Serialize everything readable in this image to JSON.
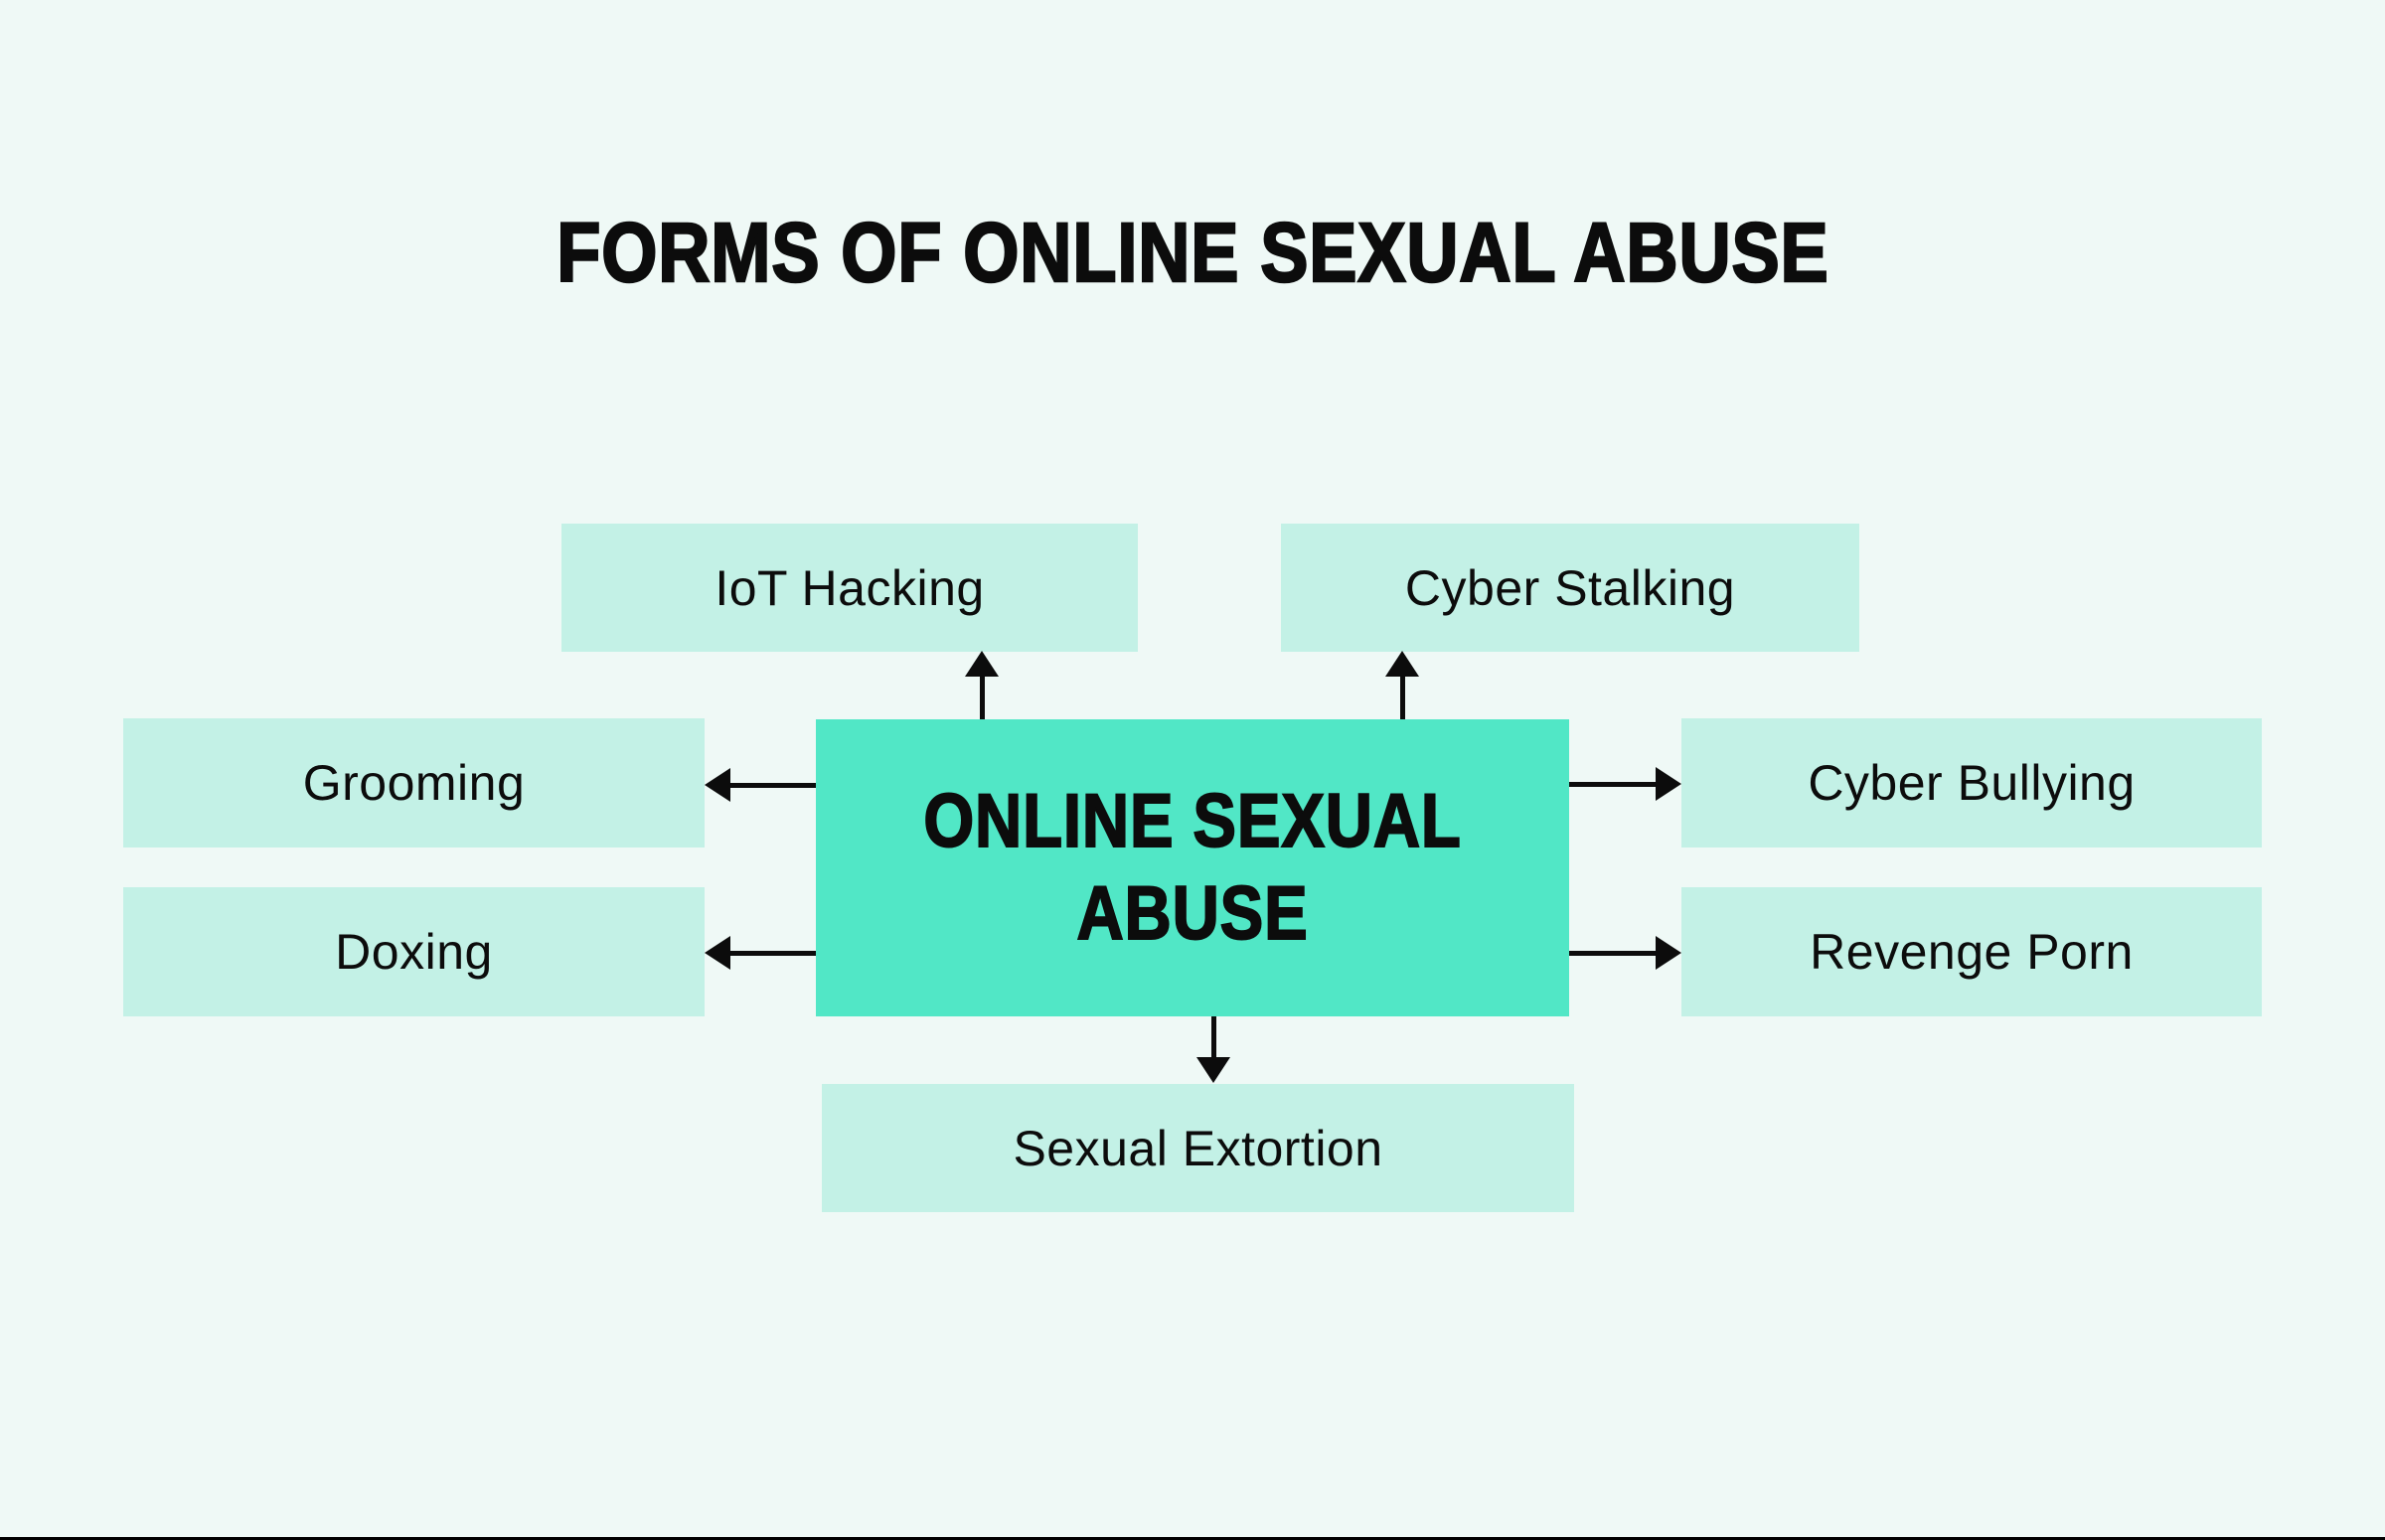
{
  "title": "FORMS OF ONLINE SEXUAL ABUSE",
  "center_node": {
    "label": "ONLINE SEXUAL ABUSE"
  },
  "nodes": [
    {
      "id": "iot-hacking",
      "label": "IoT Hacking"
    },
    {
      "id": "cyber-stalking",
      "label": "Cyber Stalking"
    },
    {
      "id": "grooming",
      "label": "Grooming"
    },
    {
      "id": "doxing",
      "label": "Doxing"
    },
    {
      "id": "cyber-bullying",
      "label": "Cyber Bullying"
    },
    {
      "id": "revenge-porn",
      "label": "Revenge Porn"
    },
    {
      "id": "sexual-extortion",
      "label": "Sexual Extortion"
    }
  ],
  "colors": {
    "background": "#eff9f6",
    "node-fill": "#c3f1e6",
    "center-fill": "#51e7c6",
    "text": "#0c0c0c",
    "arrow": "#0c0c0c",
    "edge-line": "#000000"
  }
}
